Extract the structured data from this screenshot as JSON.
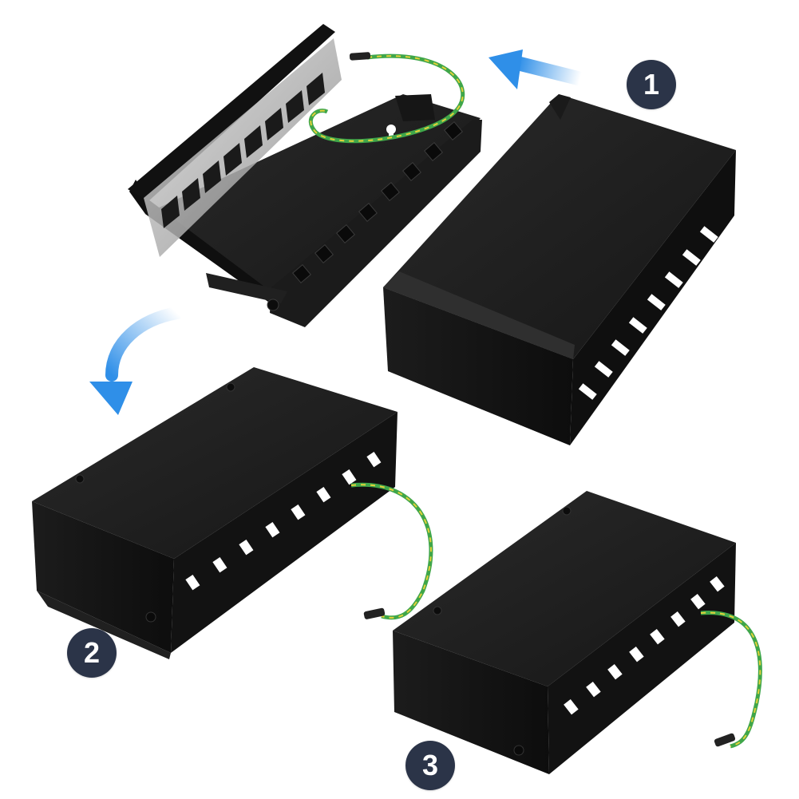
{
  "steps": [
    {
      "number": "1",
      "caption": ""
    },
    {
      "number": "2",
      "caption": ""
    },
    {
      "number": "3",
      "caption": ""
    }
  ],
  "colors": {
    "background": "#ffffff",
    "badge": "#2b3448",
    "badge_text": "#ffffff",
    "box_dark": "#141414",
    "box_mid": "#232323",
    "box_light": "#3a3a3a",
    "arrow": "#2f8fe8",
    "wire_green": "#3fa64a",
    "wire_yellow": "#e3d13a"
  },
  "icons": [
    "arrow-left-icon",
    "curved-arrow-down-icon"
  ]
}
